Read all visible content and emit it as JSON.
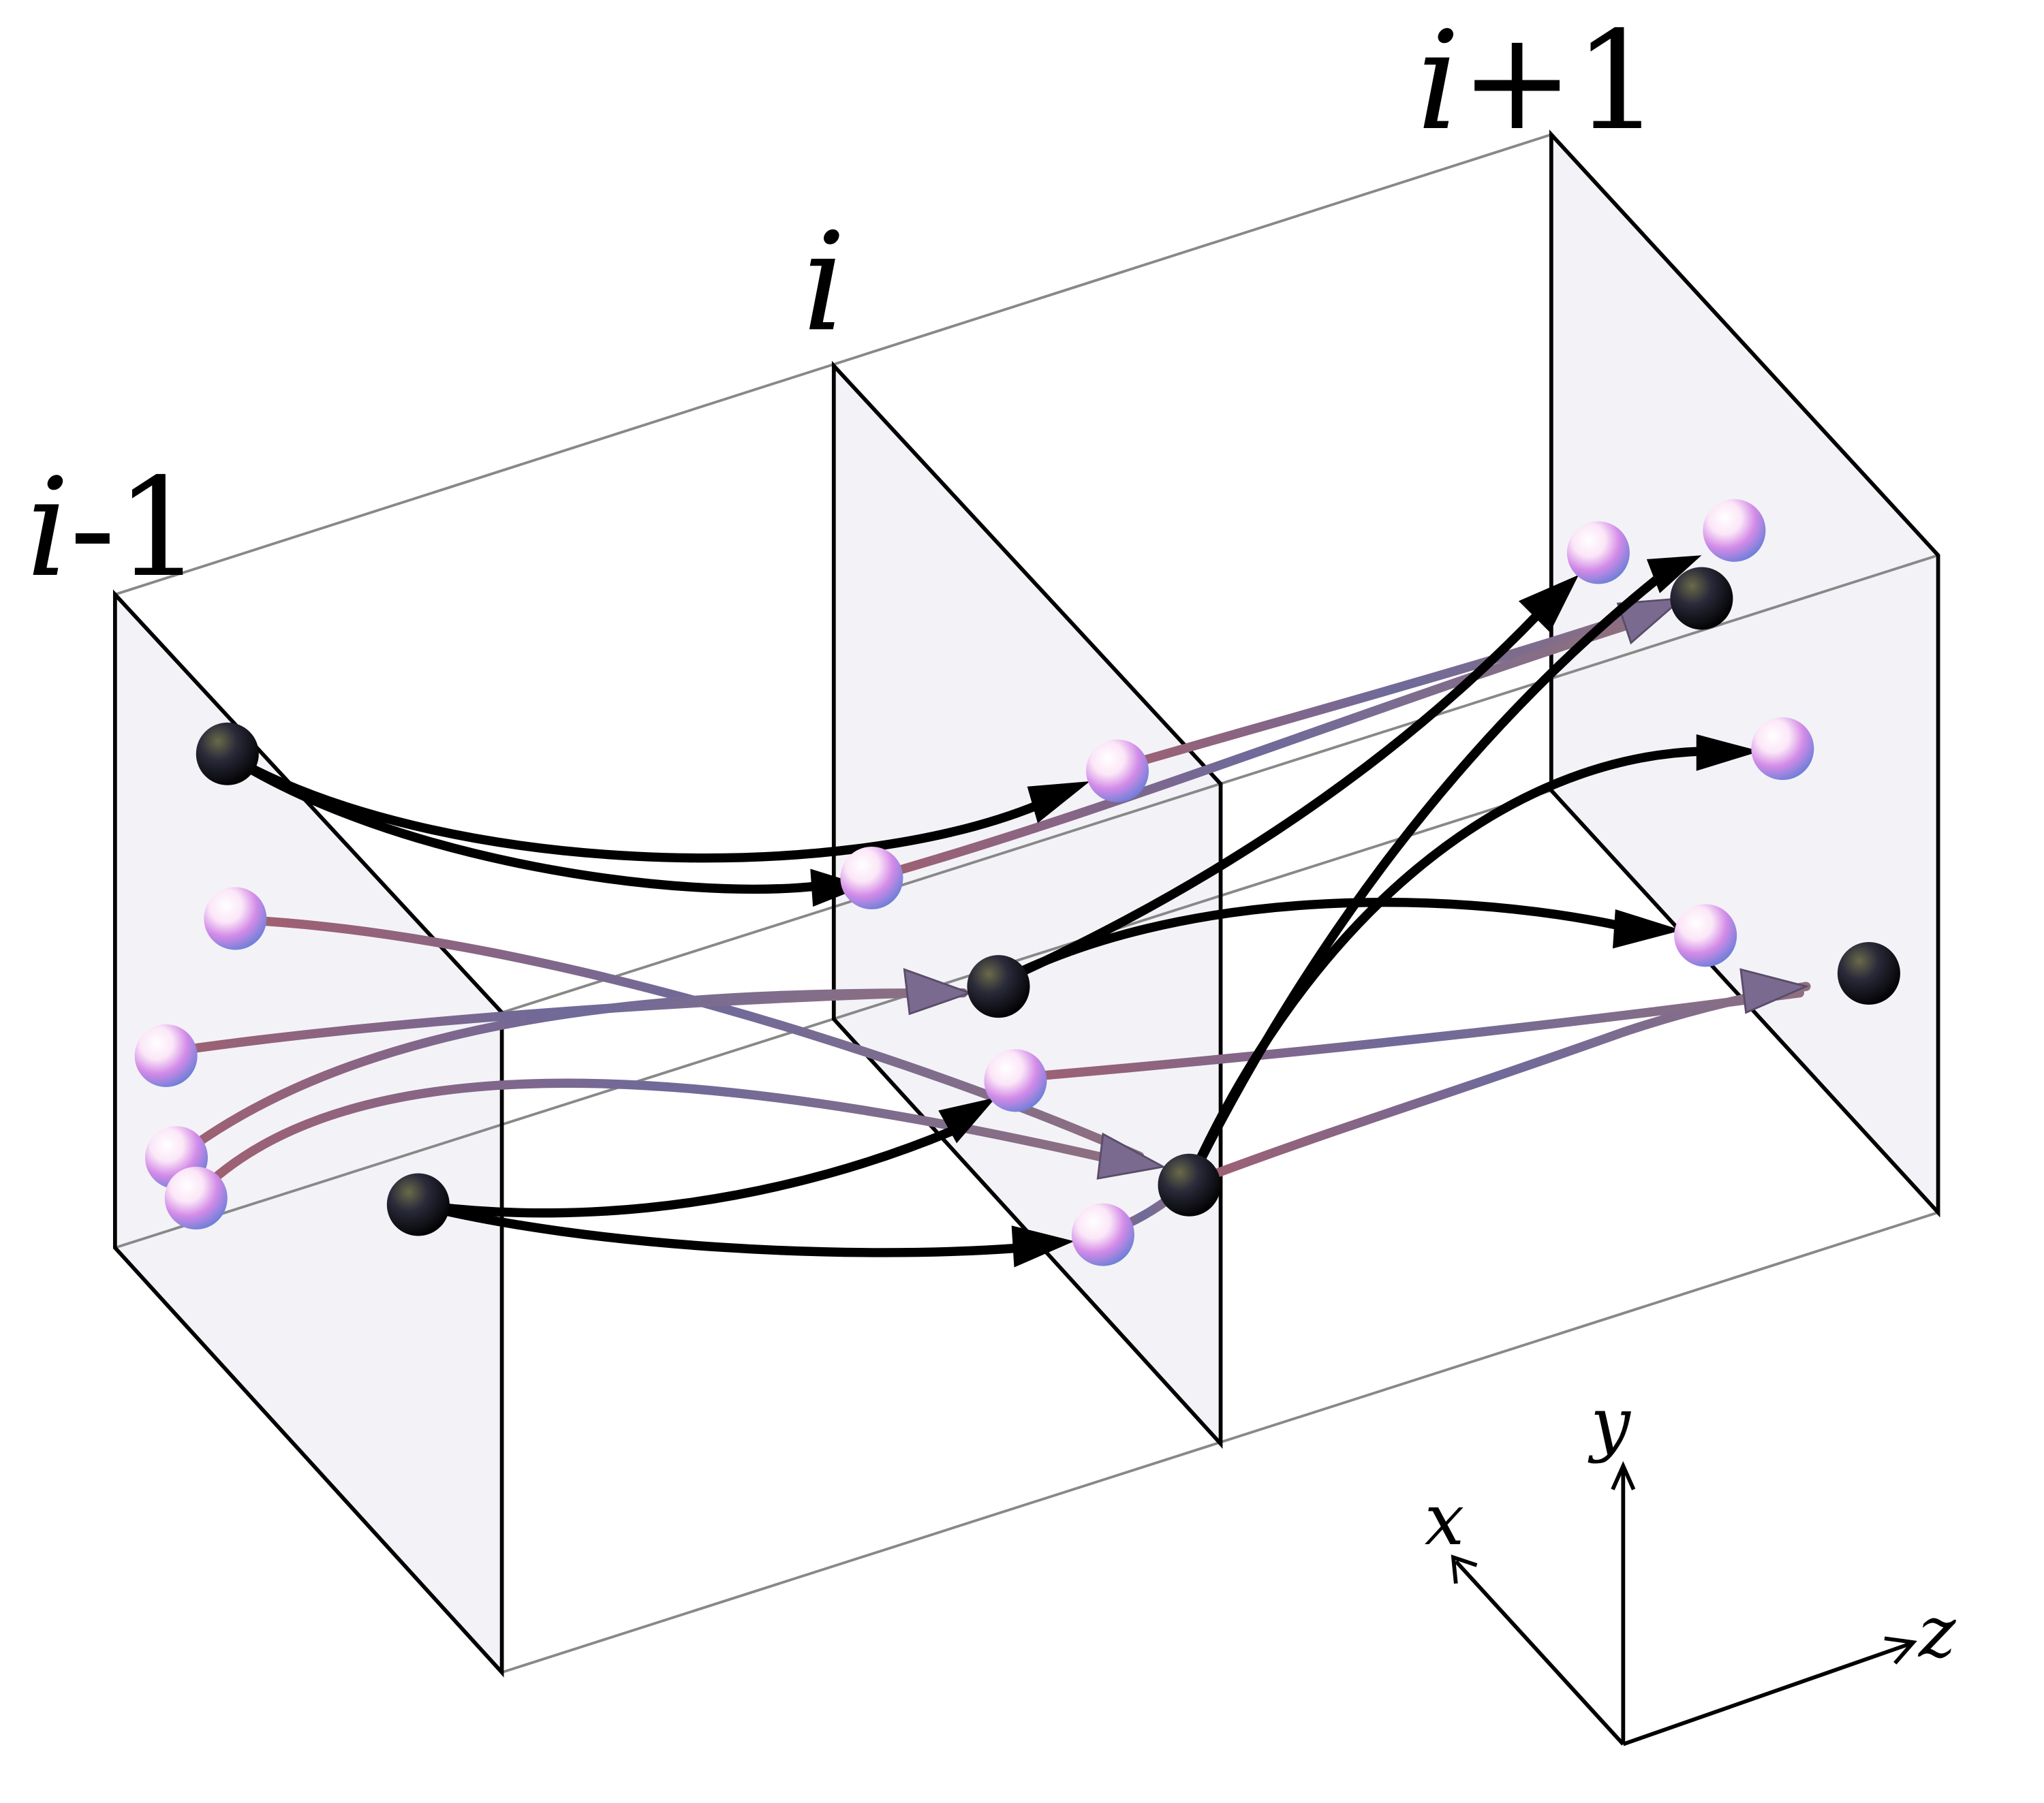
{
  "planes": [
    {
      "label_main": "i",
      "label_suffix": "-1"
    },
    {
      "label_main": "i",
      "label_suffix": ""
    },
    {
      "label_main": "i",
      "label_suffix": "+1"
    }
  ],
  "axes": {
    "x": "x",
    "y": "y",
    "z": "z"
  },
  "colors": {
    "black_path": "#000000",
    "purple_path": "#7a6a8e",
    "light_particle": "#ffffff",
    "dark_particle": "#111111"
  }
}
